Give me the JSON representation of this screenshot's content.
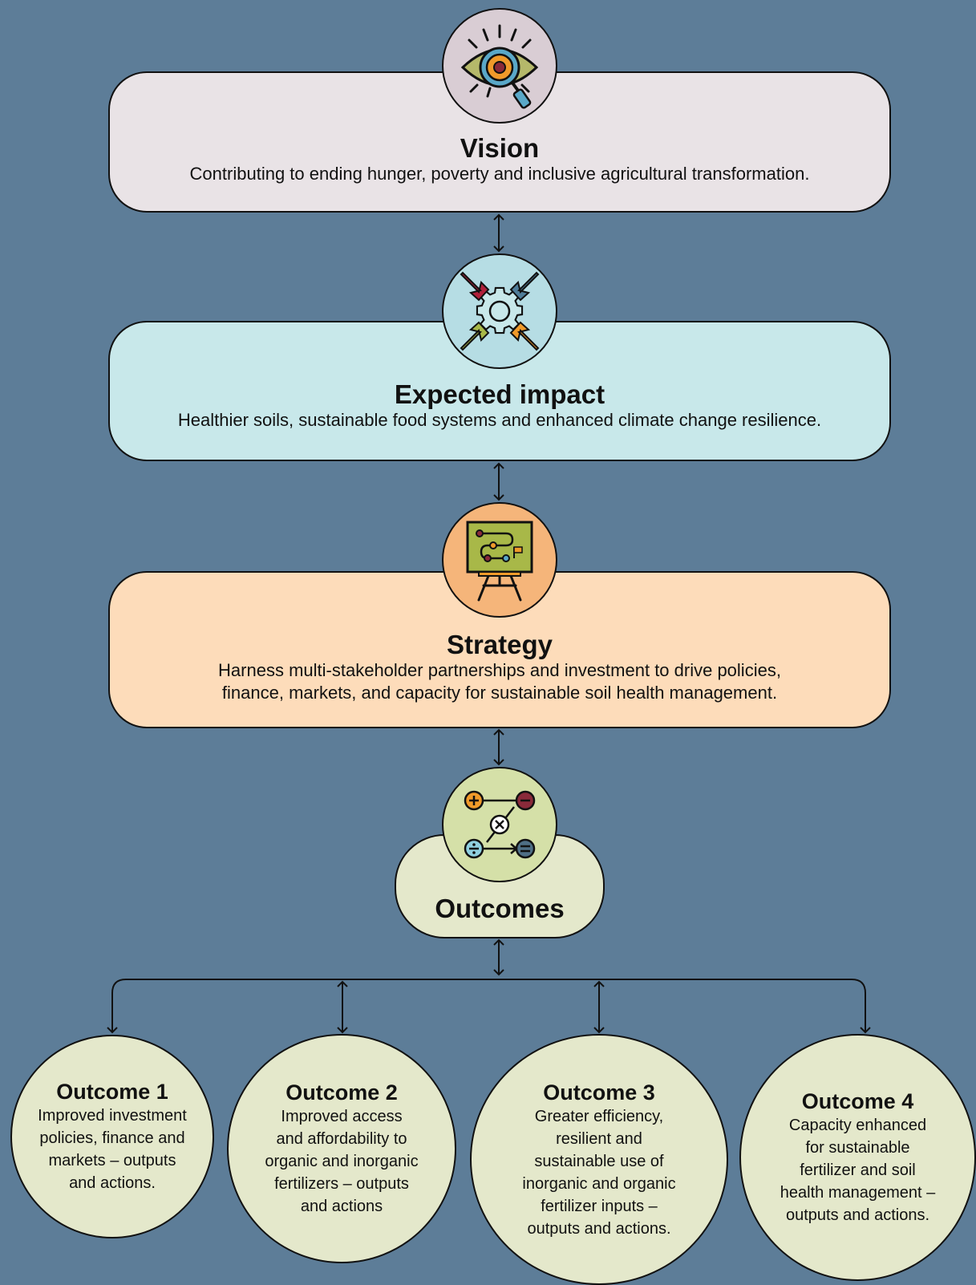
{
  "vision": {
    "title": "Vision",
    "description": "Contributing to ending hunger, poverty and inclusive agricultural transformation.",
    "icon": "eye-gear-magnifier-icon",
    "color": "#e9e3e6"
  },
  "impact": {
    "title": "Expected impact",
    "description": "Healthier soils, sustainable food systems and enhanced climate change resilience.",
    "icon": "gear-arrows-icon",
    "color": "#c8e8ea"
  },
  "strategy": {
    "title": "Strategy",
    "description_line1": "Harness multi-stakeholder partnerships and investment to drive policies,",
    "description_line2": "finance, markets, and capacity for sustainable soil health management.",
    "icon": "strategy-board-icon",
    "color": "#fddcba"
  },
  "outcomes": {
    "title": "Outcomes",
    "icon": "math-operations-icon",
    "color": "#e4e8cb",
    "items": [
      {
        "title": "Outcome 1",
        "lines": [
          "Improved investment",
          "policies, finance and",
          "markets – outputs",
          "and actions."
        ]
      },
      {
        "title": "Outcome 2",
        "lines": [
          "Improved access",
          "and affordability to",
          "organic and inorganic",
          "fertilizers – outputs",
          "and actions"
        ]
      },
      {
        "title": "Outcome 3",
        "lines": [
          "Greater efficiency,",
          "resilient and",
          "sustainable use of",
          "inorganic and organic",
          "fertilizer inputs –",
          "outputs and actions."
        ]
      },
      {
        "title": "Outcome 4",
        "lines": [
          "Capacity enhanced",
          "for sustainable",
          "fertilizer and soil",
          "health management –",
          "outputs and actions."
        ]
      }
    ]
  },
  "background_color": "#5d7d98"
}
